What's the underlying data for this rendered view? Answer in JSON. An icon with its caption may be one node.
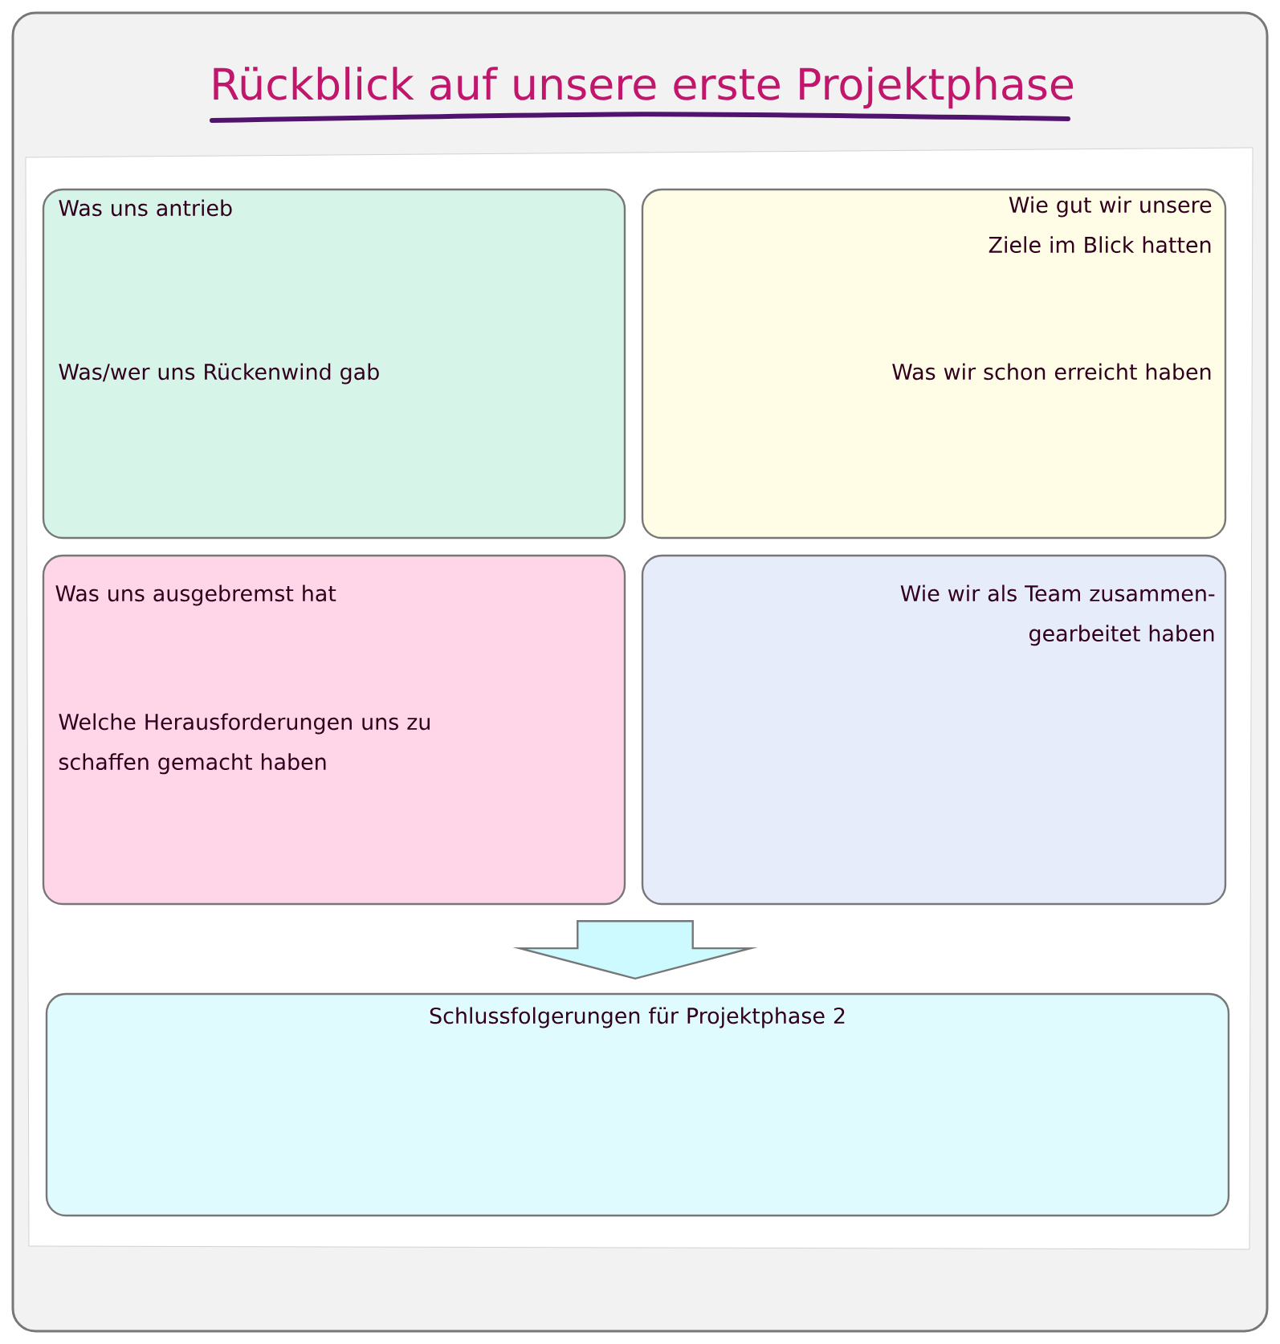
{
  "diagram": {
    "title": "Rückblick auf unsere erste Projektphase",
    "nodes": [
      {
        "text": [
          "Was uns antrieb",
          "Was/wer uns Rückenwind gab"
        ]
      },
      {
        "text": [
          "Wie gut wir unsere Ziele im Blick hatten",
          "Was wir schon erreicht haben"
        ]
      },
      {
        "text": [
          "Was uns ausgebremst hat",
          "Welche Herausforderungen uns zu schaffen gemacht haben"
        ]
      },
      {
        "text": [
          "Wie wir als Team zusammen- gearbeitet haben"
        ]
      },
      {
        "text": [
          "Schlussfolgerungen für Projektphase 2"
        ]
      }
    ],
    "edges": [
      {
        "from": 2,
        "to": 4,
        "arrow": "to"
      },
      {
        "from": 3,
        "to": 4,
        "arrow": "to"
      }
    ]
  }
}
